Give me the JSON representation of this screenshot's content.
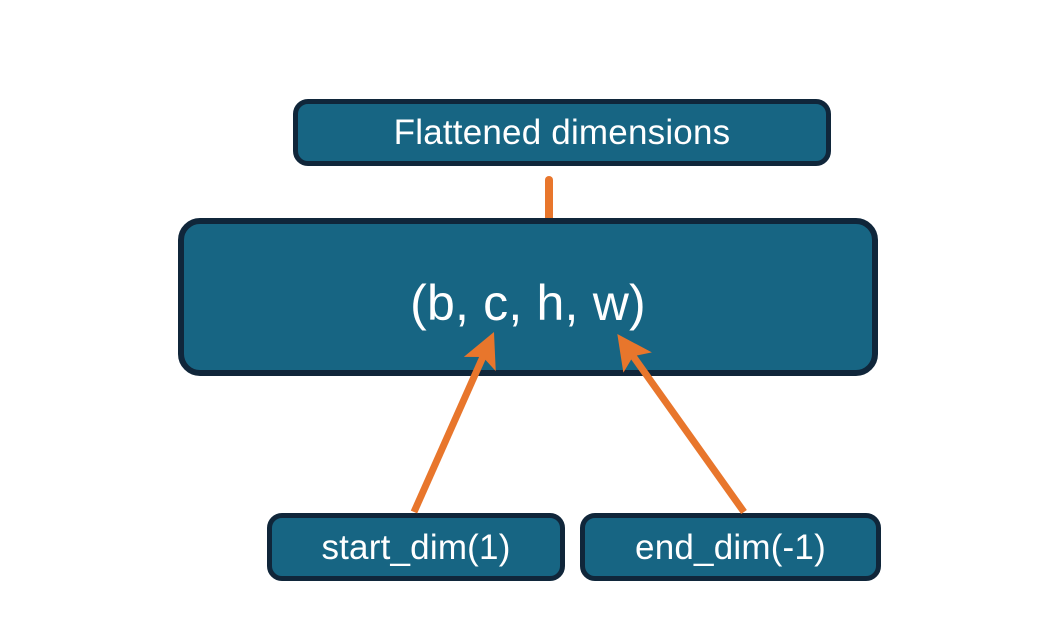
{
  "diagram": {
    "title_text": "Flattened dimensions",
    "shape_text": "(b, c, h, w)",
    "start_dim_text": "start_dim(1)",
    "end_dim_text": "end_dim(-1)",
    "colors": {
      "box_fill": "#176583",
      "box_border": "#10263a",
      "box_text": "#ffffff",
      "connector": "#e8762c",
      "background": "#ffffff"
    },
    "connectors": [
      {
        "name": "flatten-range-brace",
        "shape": "curly-brace-up",
        "from": "(b, c, h, w)",
        "to": "Flattened dimensions",
        "spans_tokens": [
          "c",
          "h",
          "w"
        ]
      },
      {
        "name": "start-dim-arrow",
        "shape": "arrow-up-right",
        "from": "start_dim(1)",
        "to": "(b, c, h, w)"
      },
      {
        "name": "end-dim-arrow",
        "shape": "arrow-up-left",
        "from": "end_dim(-1)",
        "to": "(b, c, h, w)"
      }
    ]
  }
}
